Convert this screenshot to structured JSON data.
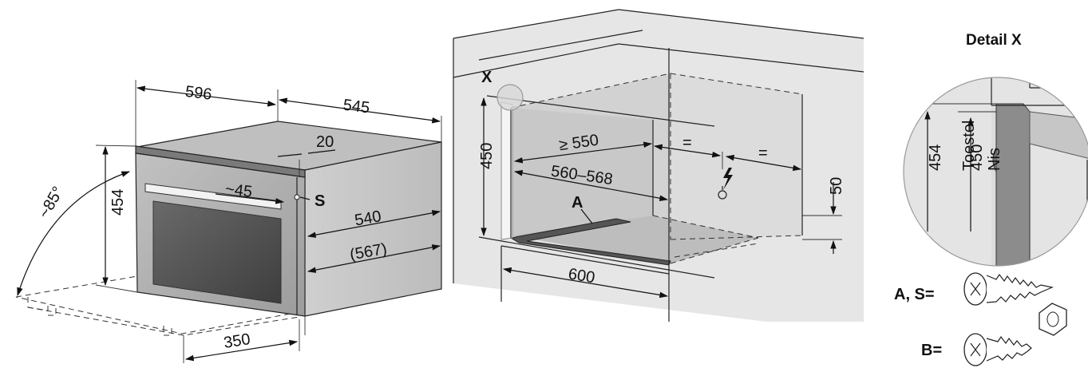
{
  "oven": {
    "width": "596",
    "depth": "545",
    "panel": "20",
    "height": "454",
    "handle": "~45",
    "screw_label": "S",
    "body_depth": "540",
    "total_depth": "(567)",
    "door_angle": "~85°",
    "door_reach": "350"
  },
  "niche": {
    "detail_marker": "X",
    "height": "450",
    "min_depth": "≥ 550",
    "width_range": "560–568",
    "bracket_label": "A",
    "equal_1": "=",
    "equal_2": "=",
    "socket_height": "50",
    "niche_width": "600",
    "power_icon": "lightning-icon"
  },
  "detail": {
    "title": "Detail X",
    "appliance_height": "454",
    "appliance_label": "Toestel",
    "niche_height": "450",
    "niche_label": "Nis"
  },
  "screws": {
    "as_label": "A, S=",
    "b_label": "B="
  },
  "colors": {
    "oven_front": "#b4b4b4",
    "oven_side": "#cdcdcd",
    "glass": "#565656",
    "wall": "#e8e8e8",
    "niche_back": "#d0d0d0",
    "niche_floor": "#bdbdbd",
    "lines": "#111111"
  }
}
